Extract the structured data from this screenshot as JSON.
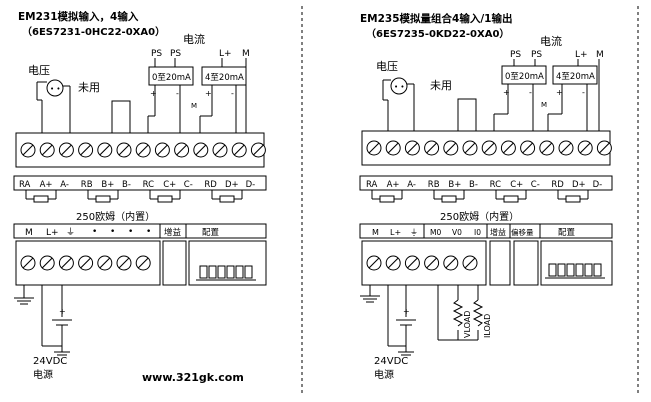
{
  "left": {
    "title": "EM231模拟输入，4输入",
    "order_number": "（6ES7231-0HC22-0XA0）",
    "voltage_label": "电压",
    "current_label": "电流",
    "unused_label": "未用",
    "ps_labels": [
      "PS",
      "PS"
    ],
    "lplus_top": "L+",
    "m_top": "M",
    "range_labels": [
      "0至20mA",
      "4至20mA"
    ],
    "pol_plus": "+",
    "pol_minus": "-",
    "m_small": "M",
    "terminal_labels": [
      "RA",
      "A+",
      "A-",
      "RB",
      "B+",
      "B-",
      "RC",
      "C+",
      "C-",
      "RD",
      "D+",
      "D-"
    ],
    "resistor_label": "250欧姆（内置）",
    "power_terminals": [
      "M",
      "L+",
      "⏚"
    ],
    "dots": [
      "•",
      "•",
      "•",
      "•",
      "•"
    ],
    "gain_label": "增益",
    "config_label": "配置",
    "supply_voltage": "24VDC",
    "supply_label": "电源"
  },
  "right": {
    "title": "EM235模拟量组合4输入/1输出",
    "order_number": "（6ES7235-0KD22-0XA0）",
    "voltage_label": "电压",
    "current_label": "电流",
    "unused_label": "未用",
    "ps_labels": [
      "PS",
      "PS"
    ],
    "lplus_top": "L+",
    "m_top": "M",
    "range_labels": [
      "0至20mA",
      "4至20mA"
    ],
    "pol_plus": "+",
    "pol_minus": "-",
    "m_small": "M",
    "terminal_labels": [
      "RA",
      "A+",
      "A-",
      "RB",
      "B+",
      "B-",
      "RC",
      "C+",
      "C-",
      "RD",
      "D+",
      "D-"
    ],
    "resistor_label": "250欧姆（内置）",
    "power_terminals": [
      "M",
      "L+",
      "⏚"
    ],
    "output_terminals": [
      "M0",
      "V0",
      "I0"
    ],
    "gain_label": "增益",
    "offset_label": "偏移量",
    "config_label": "配置",
    "vload_label": "VLOAD",
    "iload_label": "ILOAD",
    "supply_voltage": "24VDC",
    "supply_label": "电源"
  },
  "watermark": "www.321gk.com"
}
